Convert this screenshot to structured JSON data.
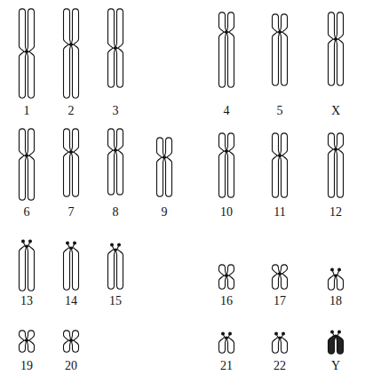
{
  "diagram": {
    "labels": [
      "1",
      "2",
      "3",
      "4",
      "5",
      "X",
      "6",
      "7",
      "8",
      "9",
      "10",
      "11",
      "12",
      "13",
      "14",
      "15",
      "16",
      "17",
      "18",
      "19",
      "20",
      "21",
      "22",
      "Y"
    ]
  }
}
